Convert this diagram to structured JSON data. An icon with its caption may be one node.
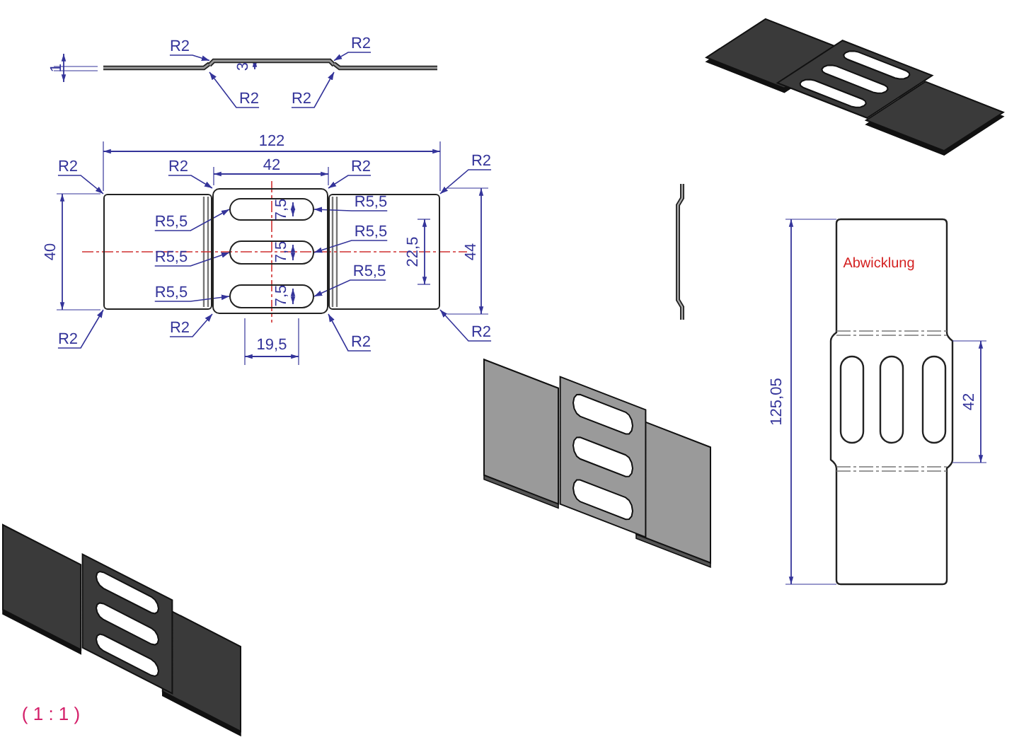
{
  "diagram": {
    "nodes": [
      {
        "text": [
          "R2"
        ]
      },
      {
        "text": [
          "R2"
        ]
      },
      {
        "text": [
          "R2"
        ]
      },
      {
        "text": [
          "R2"
        ]
      },
      {
        "text": [],
        "shape": "bar"
      },
      {
        "text": [],
        "shape": "bar"
      },
      {
        "text": [],
        "shape": "bar"
      },
      {
        "text": [
          "R2"
        ]
      },
      {
        "text": [
          "R2"
        ]
      },
      {
        "text": [
          "R2"
        ]
      },
      {
        "text": [
          "R2"
        ]
      },
      {
        "text": [],
        "shape": "box"
      },
      {
        "text": [],
        "shape": "box"
      },
      {
        "text": [],
        "shape": "box"
      },
      {
        "text": [
          "R5,5"
        ],
        "in": 11
      },
      {
        "text": [],
        "shape": "box",
        "in": 12
      },
      {
        "text": [
          "R5,5"
        ],
        "in": 13
      },
      {
        "text": [
          "R5,5"
        ],
        "in": 13
      },
      {
        "text": [
          "R5,5"
        ],
        "in": 11
      },
      {
        "text": [],
        "shape": "box",
        "in": 12
      },
      {
        "text": [
          "R5,5"
        ],
        "in": 13
      },
      {
        "text": [
          "R5,5"
        ],
        "in": 11
      },
      {
        "text": [],
        "shape": "box",
        "in": 12
      },
      {
        "text": [
          "R2"
        ]
      },
      {
        "text": [
          "R2"
        ]
      },
      {
        "text": [
          "R2"
        ]
      },
      {
        "text": [
          "R2"
        ]
      }
    ],
    "edges": [
      {
        "from": 0,
        "to": 5,
        "arrow": "to"
      },
      {
        "from": 1,
        "to": 5,
        "arrow": "to"
      },
      {
        "from": 2,
        "to": 4,
        "arrow": "to"
      },
      {
        "from": 3,
        "to": 6,
        "arrow": "to"
      },
      {
        "from": 7,
        "to": 11,
        "arrow": "to"
      },
      {
        "from": 8,
        "to": 12,
        "arrow": "to"
      },
      {
        "from": 9,
        "to": 12,
        "arrow": "to"
      },
      {
        "from": 10,
        "to": 13,
        "arrow": "to"
      },
      {
        "from": 14,
        "to": 15,
        "arrow": "to"
      },
      {
        "from": 16,
        "to": 15,
        "arrow": "to"
      },
      {
        "from": 17,
        "to": 19,
        "arrow": "to"
      },
      {
        "from": 18,
        "to": 19,
        "arrow": "to"
      },
      {
        "from": 20,
        "to": 22,
        "arrow": "to"
      },
      {
        "from": 21,
        "to": 22,
        "arrow": "to"
      },
      {
        "from": 23,
        "to": 11,
        "arrow": "to"
      },
      {
        "from": 24,
        "to": 12,
        "arrow": "to"
      },
      {
        "from": 25,
        "to": 12,
        "arrow": "to"
      },
      {
        "from": 26,
        "to": 13,
        "arrow": "to"
      }
    ],
    "labels": [
      "1",
      "3",
      "122",
      "42",
      "40",
      "7,5",
      "7,5",
      "22,5",
      "44",
      "7,5",
      "19,5",
      "Abwicklung",
      "125,05",
      "42",
      "( 1 : 1 )"
    ]
  }
}
